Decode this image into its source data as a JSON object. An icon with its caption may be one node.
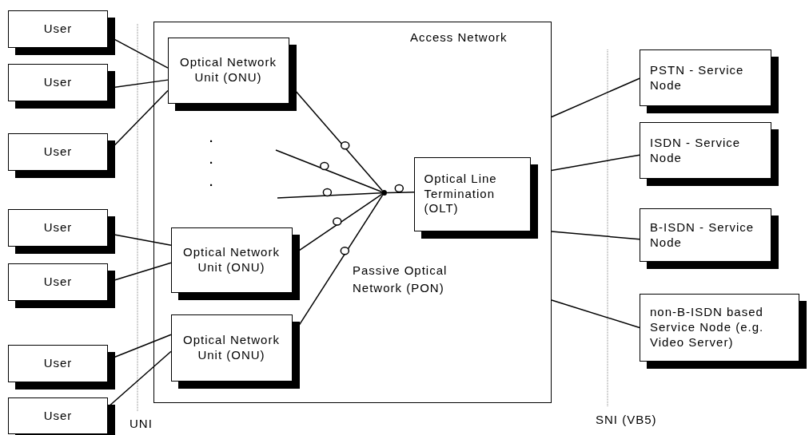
{
  "diagram": {
    "nodes": [
      {
        "text": [
          "Access Network"
        ]
      },
      {
        "text": [
          "User"
        ]
      },
      {
        "text": [
          "User"
        ]
      },
      {
        "text": [
          "User"
        ]
      },
      {
        "text": [
          "User"
        ]
      },
      {
        "text": [
          "User"
        ]
      },
      {
        "text": [
          "User"
        ]
      },
      {
        "text": [
          "User"
        ]
      },
      {
        "text": [
          "Optical Network Unit (ONU)"
        ],
        "in": 0
      },
      {
        "text": [
          "Optical Network Unit (ONU)"
        ],
        "in": 0
      },
      {
        "text": [
          "Optical Network Unit (ONU)"
        ],
        "in": 0
      },
      {
        "text": [
          "Optical Line Termination (OLT)"
        ],
        "in": 0
      },
      {
        "text": [],
        "shape": "circle",
        "in": 0
      },
      {
        "text": [
          "PSTN - Service Node"
        ]
      },
      {
        "text": [
          "ISDN - Service Node"
        ]
      },
      {
        "text": [
          "B-ISDN - Service Node"
        ]
      },
      {
        "text": [
          "non-B-ISDN based Service Node (e.g. Video Server)"
        ]
      }
    ],
    "edges": [
      {
        "from": 1,
        "to": 8,
        "arrow": "none"
      },
      {
        "from": 2,
        "to": 8,
        "arrow": "none"
      },
      {
        "from": 3,
        "to": 8,
        "arrow": "none"
      },
      {
        "from": 4,
        "to": 9,
        "arrow": "none"
      },
      {
        "from": 5,
        "to": 9,
        "arrow": "none"
      },
      {
        "from": 6,
        "to": 10,
        "arrow": "none"
      },
      {
        "from": 7,
        "to": 10,
        "arrow": "none"
      },
      {
        "from": 8,
        "to": 12,
        "arrow": "none"
      },
      {
        "from": null,
        "to": 12,
        "arrow": "none"
      },
      {
        "from": null,
        "to": 12,
        "arrow": "none"
      },
      {
        "from": 9,
        "to": 12,
        "arrow": "none"
      },
      {
        "from": 10,
        "to": 12,
        "arrow": "none"
      },
      {
        "from": 12,
        "to": 11,
        "arrow": "none"
      },
      {
        "from": 0,
        "to": 13,
        "arrow": "none"
      },
      {
        "from": 0,
        "to": 14,
        "arrow": "none"
      },
      {
        "from": 0,
        "to": 15,
        "arrow": "none"
      },
      {
        "from": 0,
        "to": 16,
        "arrow": "none"
      }
    ],
    "labels": [
      ".",
      ".",
      ".",
      "Passive Optical Network (PON)",
      "UNI",
      "SNI (VB5)"
    ]
  }
}
